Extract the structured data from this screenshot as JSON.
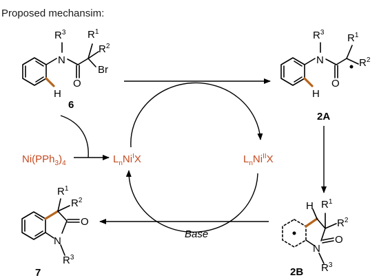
{
  "header": {
    "title": "Proposed mechansim:"
  },
  "compounds": {
    "c6": {
      "number": "6",
      "r1": "R",
      "r1_sup": "1",
      "r2": "R",
      "r2_sup": "2",
      "r3": "R",
      "r3_sup": "3",
      "n": "N",
      "o": "O",
      "br": "Br",
      "h": "H"
    },
    "c2A": {
      "number": "2A",
      "r1": "R",
      "r1_sup": "1",
      "r2": "R",
      "r2_sup": "2",
      "r3": "R",
      "r3_sup": "3",
      "n": "N",
      "o": "O",
      "h": "H"
    },
    "c2B": {
      "number": "2B",
      "r1": "R",
      "r1_sup": "1",
      "r2": "R",
      "r2_sup": "2",
      "r3": "R",
      "r3_sup": "3",
      "n": "N",
      "o": "O",
      "h": "H"
    },
    "c7": {
      "number": "7",
      "r1": "R",
      "r1_sup": "1",
      "r2": "R",
      "r2_sup": "2",
      "r3": "R",
      "r3_sup": "3",
      "n": "N",
      "o": "O"
    }
  },
  "reagents": {
    "ni0": {
      "pre": "Ni(PPh",
      "sub1": "3",
      "mid": ")",
      "sub2": "4"
    },
    "ni1": {
      "l": "L",
      "l_sub": "n",
      "ni": "Ni",
      "ox": "I",
      "x": "X"
    },
    "ni2": {
      "l": "L",
      "l_sub": "n",
      "ni": "Ni",
      "ox": "II",
      "x": "X"
    }
  },
  "conditions": {
    "base": "Base"
  },
  "colors": {
    "nickel": "#c44a1f",
    "highlight_bond": "#b5651d"
  }
}
